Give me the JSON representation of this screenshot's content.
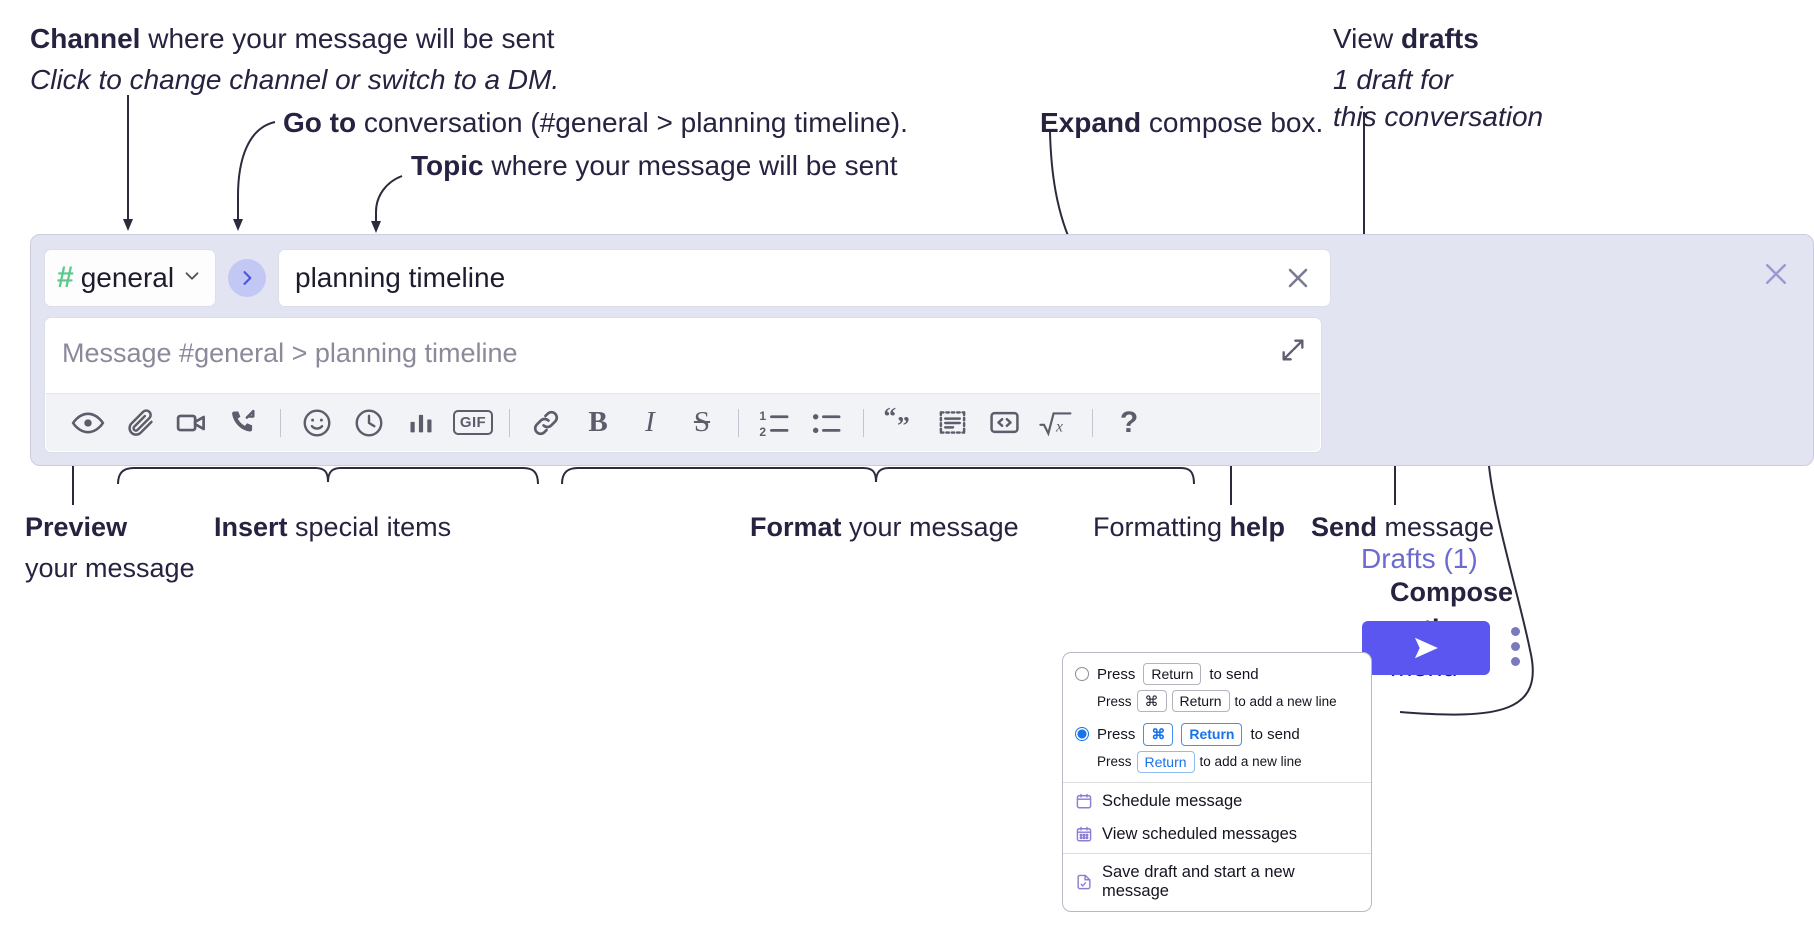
{
  "annotations": {
    "channel": {
      "bold": "Channel",
      "rest": " where your message will be sent",
      "italic": "Click to change channel or switch to a DM."
    },
    "goto": {
      "bold": "Go to",
      "rest": " conversation (#general > planning timeline)."
    },
    "topic": {
      "bold": "Topic",
      "rest": " where your message will be sent"
    },
    "expand": {
      "bold": "Expand",
      "rest": " compose box."
    },
    "drafts": {
      "pre": "View ",
      "bold": "drafts",
      "italic1": "1 draft for",
      "italic2": "this conversation"
    },
    "preview": {
      "bold": "Preview",
      "line2": "your message"
    },
    "insert": {
      "bold": "Insert",
      "rest": " special items"
    },
    "format": {
      "bold": "Format",
      "rest": " your message"
    },
    "help": {
      "pre": "Formatting ",
      "bold": "help"
    },
    "send": {
      "bold": "Send",
      "rest": " message"
    },
    "compose_options": {
      "bold1": "Compose",
      "bold2": "options",
      "rest": "menu"
    }
  },
  "compose": {
    "channel_name": "general",
    "channel_hash": "#",
    "topic_value": "planning timeline",
    "message_placeholder": "Message #general > planning timeline",
    "drafts_label": "Drafts (1)",
    "icons": {
      "chevron_down": "chevron-down-icon",
      "goto": "goto-arrow-icon",
      "topic_clear": "clear-topic-icon",
      "expand": "expand-icon",
      "close": "close-icon",
      "send": "send-icon",
      "kebab": "compose-options-icon"
    },
    "toolbar_items": [
      {
        "name": "preview-icon",
        "label": "Preview"
      },
      {
        "name": "attachment-icon",
        "label": "Attach file"
      },
      {
        "name": "video-camera-icon",
        "label": "Video"
      },
      {
        "name": "phone-forward-icon",
        "label": "Call"
      },
      {
        "name": "separator",
        "label": ""
      },
      {
        "name": "emoji-icon",
        "label": "Emoji"
      },
      {
        "name": "clock-icon",
        "label": "Reminder"
      },
      {
        "name": "poll-icon",
        "label": "Poll"
      },
      {
        "name": "gif-icon",
        "label": "GIF"
      },
      {
        "name": "separator",
        "label": ""
      },
      {
        "name": "link-icon",
        "label": "Link"
      },
      {
        "name": "bold-icon",
        "label": "B"
      },
      {
        "name": "italic-icon",
        "label": "I"
      },
      {
        "name": "strikethrough-icon",
        "label": "S"
      },
      {
        "name": "separator",
        "label": ""
      },
      {
        "name": "ordered-list-icon",
        "label": "Numbered list"
      },
      {
        "name": "bulleted-list-icon",
        "label": "Bulleted list"
      },
      {
        "name": "separator",
        "label": ""
      },
      {
        "name": "blockquote-icon",
        "label": "Quote"
      },
      {
        "name": "code-block-icon",
        "label": "Code block"
      },
      {
        "name": "inline-code-icon",
        "label": "Code"
      },
      {
        "name": "math-icon",
        "label": "Math"
      },
      {
        "name": "separator",
        "label": ""
      },
      {
        "name": "help-icon",
        "label": "?"
      }
    ]
  },
  "options_menu": {
    "option1": {
      "selected": false,
      "pre": "Press",
      "key": "Return",
      "post": "to send",
      "sub_pre": "Press",
      "sub_key1": "⌘",
      "sub_key2": "Return",
      "sub_post": "to add a new line"
    },
    "option2": {
      "selected": true,
      "pre": "Press",
      "key1": "⌘",
      "key2": "Return",
      "post": "to send",
      "sub_pre": "Press",
      "sub_key": "Return",
      "sub_post": "to add a new line"
    },
    "items": [
      {
        "icon": "calendar-clock-icon",
        "label": "Schedule message"
      },
      {
        "icon": "calendar-grid-icon",
        "label": "View scheduled messages"
      },
      {
        "icon": "save-draft-icon",
        "label": "Save draft and start a new message"
      }
    ]
  },
  "colors": {
    "widget_bg": "#e3e4f1",
    "send_purple": "#5b56f0",
    "accent_blue": "#1a73e8",
    "hash_green": "#5bc98a",
    "drafts_text": "#6b6ad0"
  }
}
